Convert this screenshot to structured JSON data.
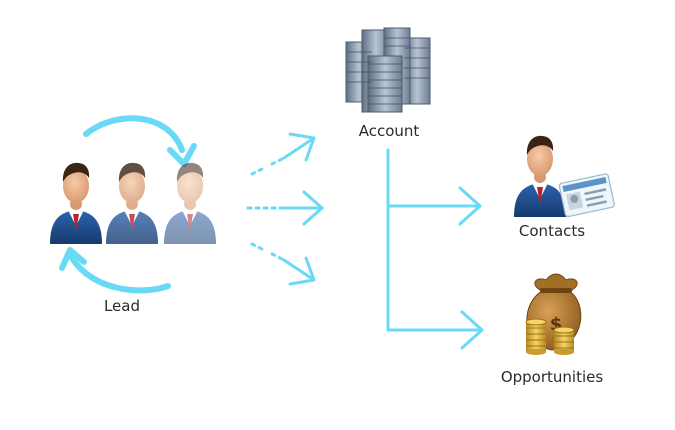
{
  "diagram": {
    "nodes": {
      "lead": {
        "label": "Lead",
        "icon": "business-people-group-icon"
      },
      "account": {
        "label": "Account",
        "icon": "office-buildings-icon"
      },
      "contacts": {
        "label": "Contacts",
        "icon": "businessman-id-card-icon"
      },
      "opportunities": {
        "label": "Opportunities",
        "icon": "money-bag-coins-icon"
      }
    },
    "edges": [
      {
        "from": "lead",
        "to": "account"
      },
      {
        "from": "account",
        "to": "contacts"
      },
      {
        "from": "account",
        "to": "opportunities"
      }
    ],
    "colors": {
      "arrow": "#6ad9f5",
      "suit": "#1f4e8c",
      "skin": "#e9b08a",
      "hair": "#3a2416",
      "tie": "#b8222b",
      "building": "#8b9db3",
      "bag": "#b07a2c",
      "coin": "#e2b33c"
    }
  }
}
